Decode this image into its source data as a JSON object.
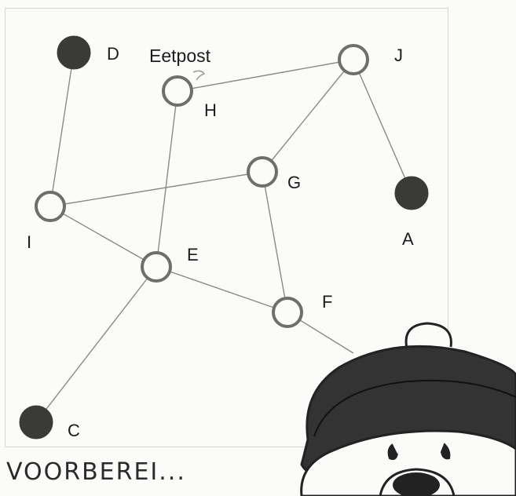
{
  "diagram": {
    "annotation": "Eetpost",
    "caption": "VOORBEREI...",
    "nodes": [
      {
        "id": "D",
        "label": "D",
        "filled": true
      },
      {
        "id": "H",
        "label": "H",
        "filled": false
      },
      {
        "id": "J",
        "label": "J",
        "filled": false
      },
      {
        "id": "G",
        "label": "G",
        "filled": false
      },
      {
        "id": "A",
        "label": "A",
        "filled": true
      },
      {
        "id": "I",
        "label": "I",
        "filled": false
      },
      {
        "id": "E",
        "label": "E",
        "filled": false
      },
      {
        "id": "F",
        "label": "F",
        "filled": false
      },
      {
        "id": "C",
        "label": "C",
        "filled": true
      }
    ],
    "edges": [
      [
        "D",
        "I"
      ],
      [
        "H",
        "J"
      ],
      [
        "H",
        "E"
      ],
      [
        "J",
        "G"
      ],
      [
        "J",
        "A"
      ],
      [
        "G",
        "I"
      ],
      [
        "G",
        "F"
      ],
      [
        "I",
        "E"
      ],
      [
        "E",
        "F"
      ],
      [
        "E",
        "C"
      ]
    ],
    "colors": {
      "edge": "#8a8a86",
      "node_ring": "#6e6e6a",
      "node_fill_solid": "#3a3a38",
      "bear_line": "#222222",
      "bear_fill": "#333333"
    }
  }
}
